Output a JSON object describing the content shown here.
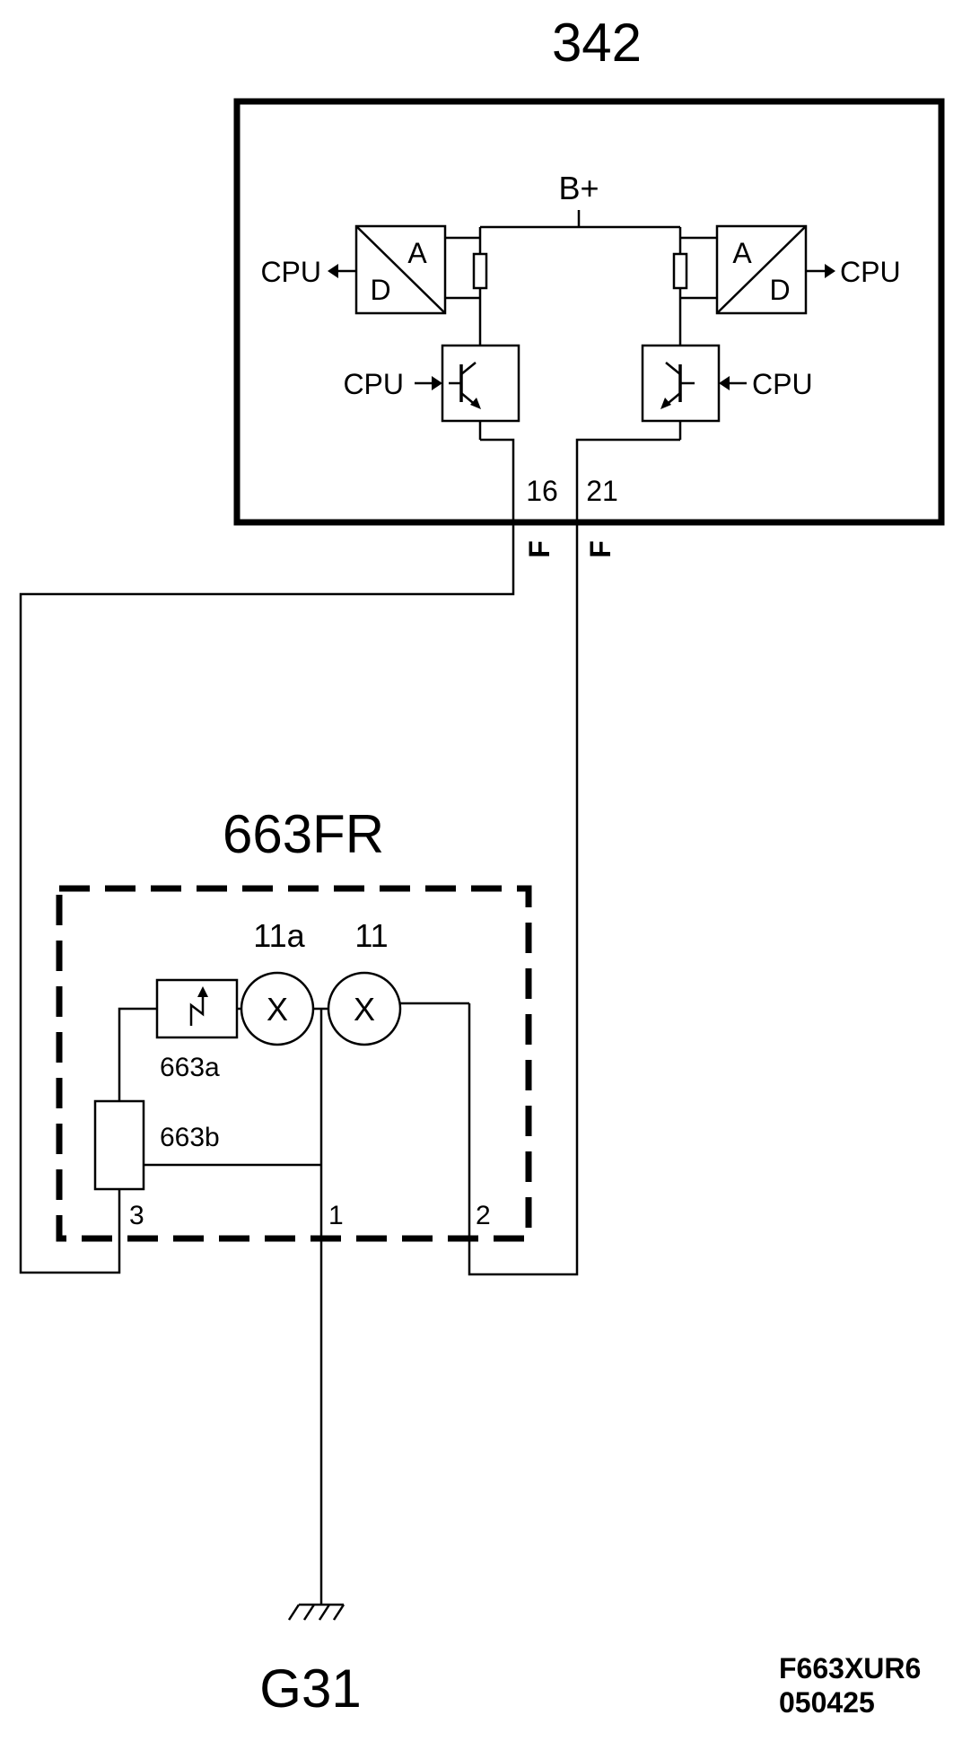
{
  "control_unit": {
    "id": "342",
    "supply_label": "B+",
    "ad_top": "A",
    "ad_bottom": "D",
    "cpu_label": "CPU",
    "pin_left": "16",
    "pin_right": "21",
    "pin_left_code": "F",
    "pin_right_code": "F"
  },
  "lamp_unit": {
    "id": "663FR",
    "lamp_left_id": "11a",
    "lamp_right_id": "11",
    "lamp_symbol": "X",
    "component_a": "663a",
    "component_b": "663b",
    "pin_3": "3",
    "pin_1": "1",
    "pin_2": "2"
  },
  "ground": {
    "id": "G31"
  },
  "footer": {
    "code": "F663XUR6",
    "date": "050425"
  }
}
